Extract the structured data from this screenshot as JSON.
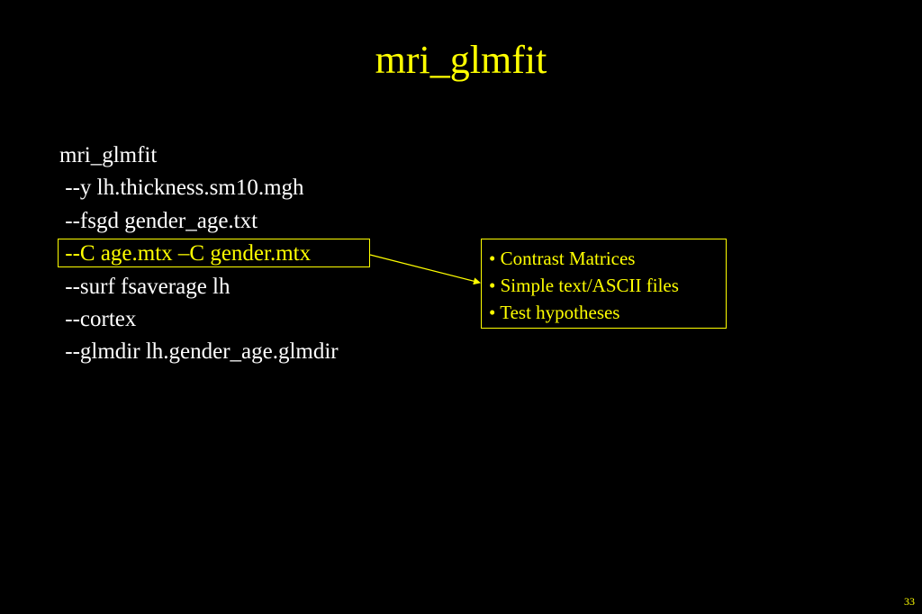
{
  "slide": {
    "title": "mri_glmfit",
    "page_number": "33",
    "accent_color": "#FFFF00",
    "text_color": "#FFFFFF",
    "background_color": "#000000"
  },
  "command": {
    "lines": [
      "mri_glmfit",
      " --y lh.thickness.sm10.mgh",
      " --fsgd gender_age.txt",
      " --C age.mtx –C gender.mtx",
      " --surf fsaverage lh",
      " --cortex",
      " --glmdir lh.gender_age.glmdir"
    ]
  },
  "callout": {
    "items": [
      "• Contrast Matrices",
      "• Simple text/ASCII files",
      "• Test hypotheses"
    ]
  }
}
